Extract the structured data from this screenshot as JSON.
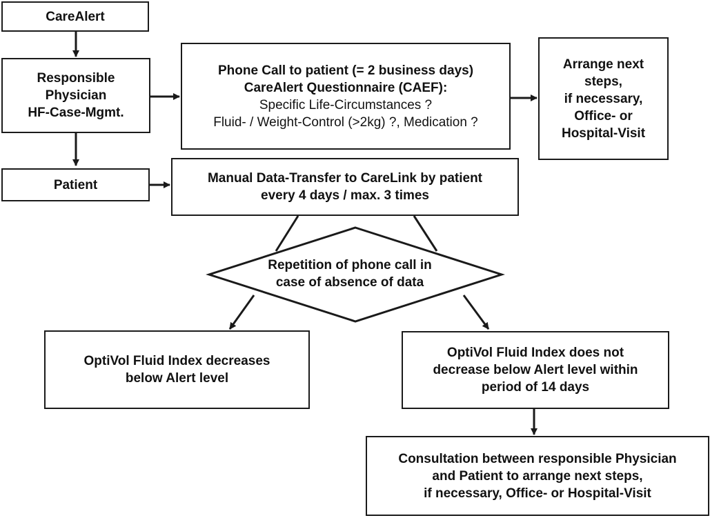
{
  "nodes": {
    "carealert": [
      "CareAlert"
    ],
    "physician": [
      "Responsible",
      "Physician",
      "HF-Case-Mgmt."
    ],
    "patient": [
      "Patient"
    ],
    "phone_call": [
      "Phone Call to patient (= 2 business days)",
      "CareAlert Questionnaire (CAEF):",
      "Specific Life-Circumstances ?",
      "Fluid- / Weight-Control (>2kg) ?, Medication ?"
    ],
    "next_steps": [
      "Arrange next",
      "steps,",
      "if necessary,",
      "Office- or",
      "Hospital-Visit"
    ],
    "data_transfer": [
      "Manual Data-Transfer to CareLink by patient",
      "every 4 days / max. 3 times"
    ],
    "repetition": [
      "Repetition of phone call in",
      "case of absence of data"
    ],
    "index_decreases": [
      "OptiVol Fluid Index decreases",
      "below Alert level"
    ],
    "index_not_decrease": [
      "OptiVol Fluid Index does not",
      "decrease below Alert level within",
      "period of 14 days"
    ],
    "consultation": [
      "Consultation between responsible Physician",
      "and Patient to arrange next steps,",
      "if necessary, Office- or Hospital-Visit"
    ]
  }
}
